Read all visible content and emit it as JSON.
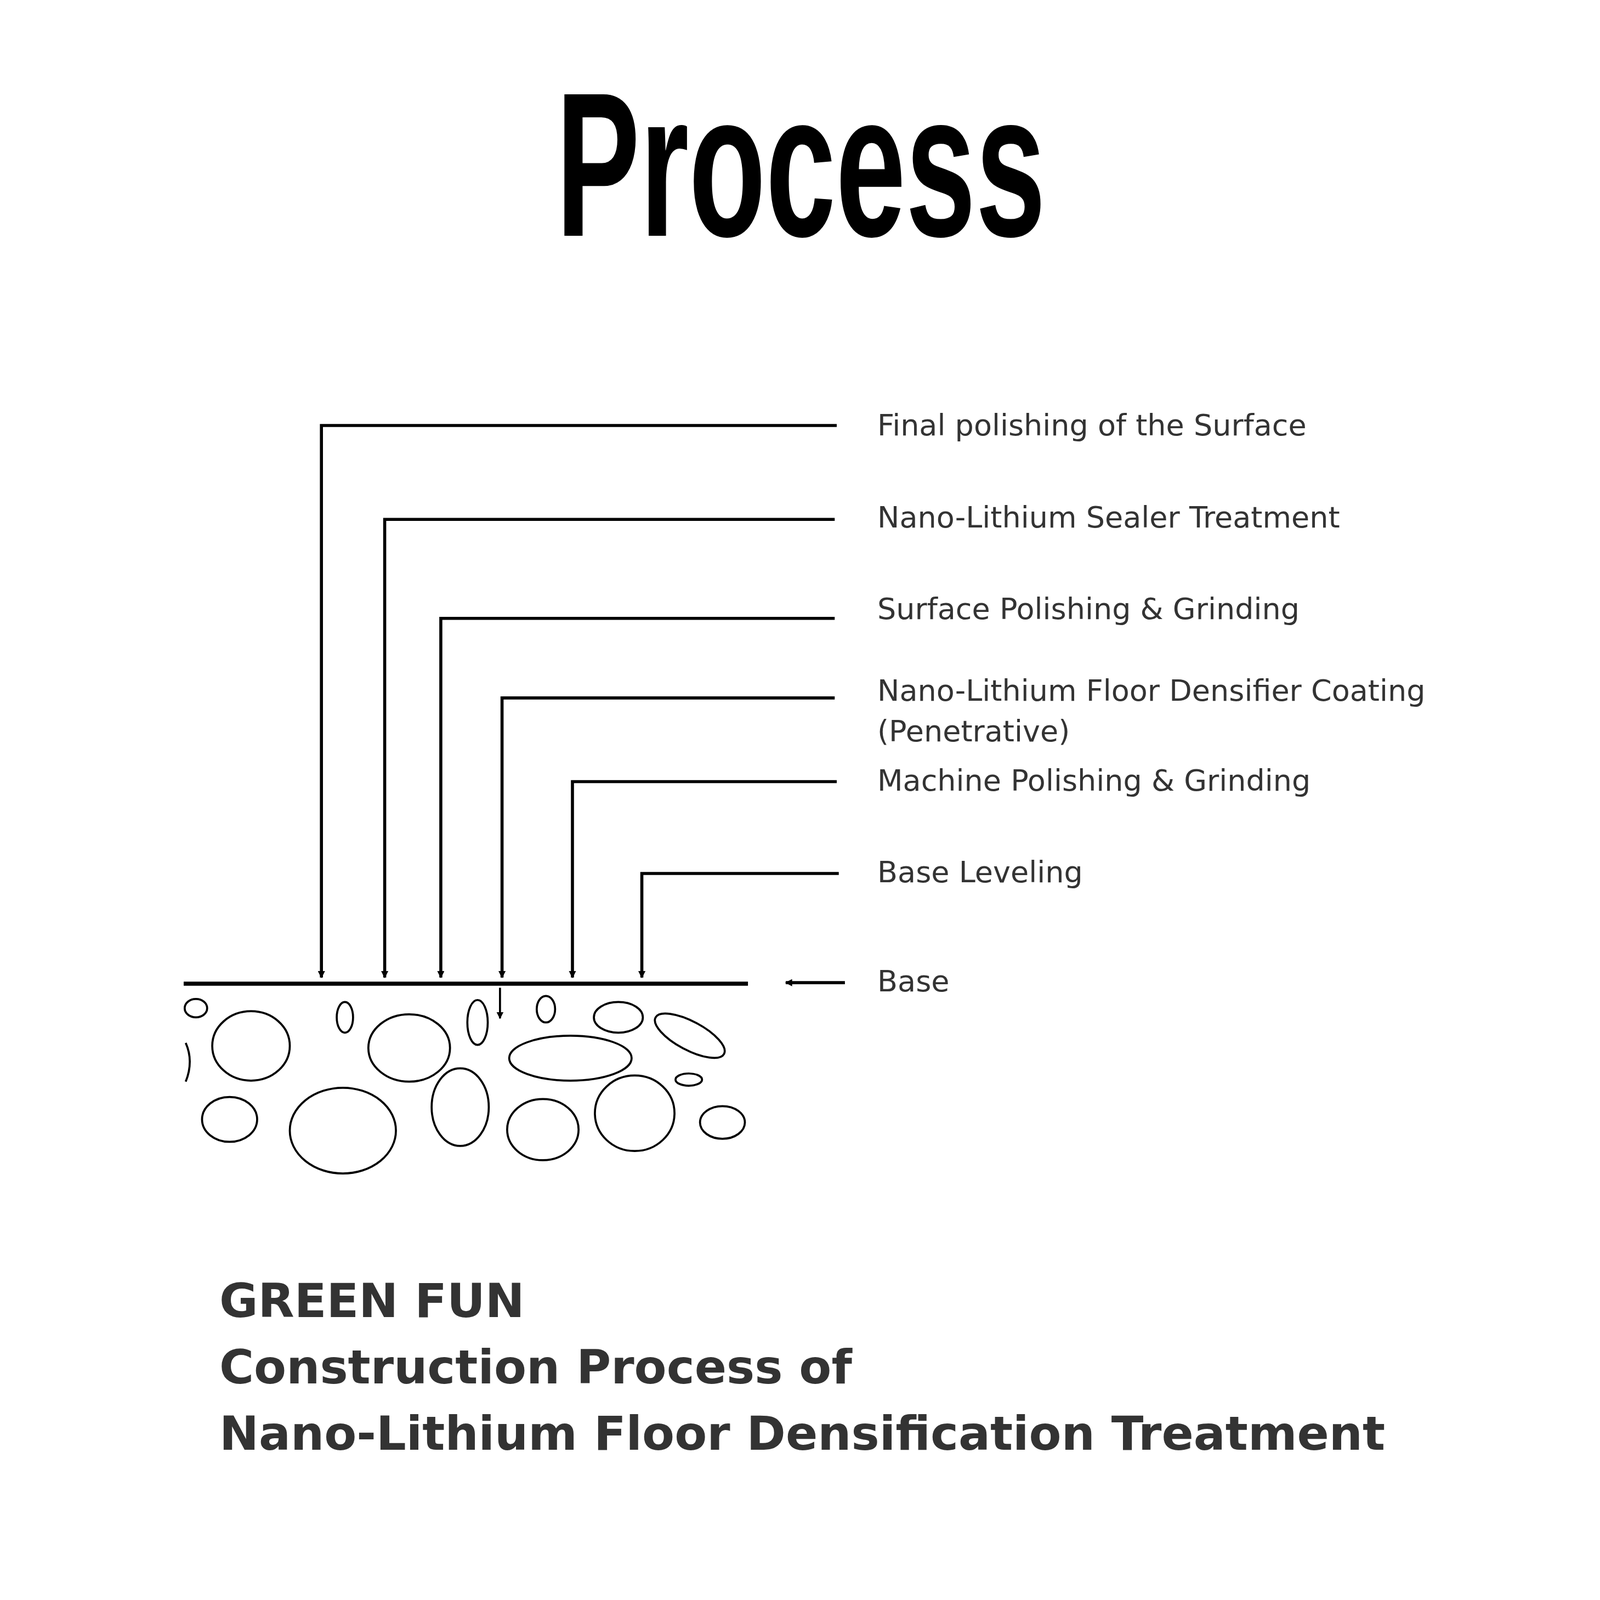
{
  "diagram": {
    "title": "Process",
    "labels": [
      "Final polishing of the Surface",
      "Nano-Lithium Sealer Treatment",
      "Surface Polishing & Grinding",
      "Nano-Lithium Floor Densifier Coating (Penetrative)",
      "Machine Polishing & Grinding",
      "Base Leveling",
      "Base",
      "GREEN FUN",
      "Construction Process of",
      "Nano-Lithium Floor Densification Treatment"
    ]
  }
}
